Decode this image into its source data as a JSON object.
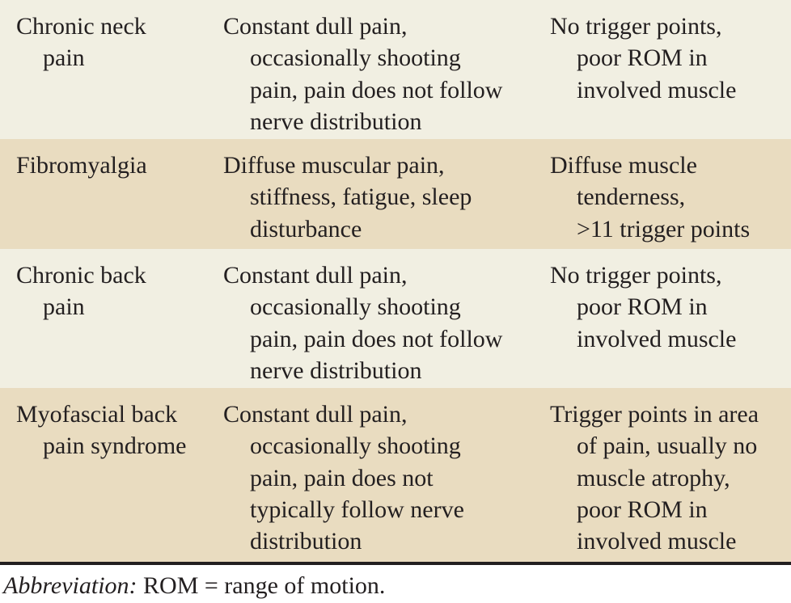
{
  "rows": [
    {
      "condition": [
        "Chronic neck",
        "pain"
      ],
      "symptoms": [
        "Constant dull pain,",
        "occasionally shooting",
        "pain, pain does not follow",
        "nerve distribution"
      ],
      "findings": [
        "No trigger points,",
        "poor ROM in",
        "involved muscle"
      ]
    },
    {
      "condition": [
        "Fibromyalgia"
      ],
      "symptoms": [
        "Diffuse muscular pain,",
        "stiffness, fatigue, sleep",
        "disturbance"
      ],
      "findings": [
        "Diffuse muscle",
        "tenderness,",
        ">11 trigger points"
      ]
    },
    {
      "condition": [
        "Chronic back",
        "pain"
      ],
      "symptoms": [
        "Constant dull pain,",
        "occasionally shooting",
        "pain, pain does not follow",
        "nerve distribution"
      ],
      "findings": [
        "No trigger points,",
        "poor ROM in",
        "involved muscle"
      ]
    },
    {
      "condition": [
        "Myofascial back",
        "pain syndrome"
      ],
      "symptoms": [
        "Constant dull pain,",
        "occasionally shooting",
        "pain, pain does not",
        "typically follow nerve",
        "distribution"
      ],
      "findings": [
        "Trigger points in area",
        "of pain, usually no",
        "muscle atrophy,",
        "poor ROM in",
        "involved muscle"
      ]
    }
  ],
  "footnote": {
    "label": "Abbreviation:",
    "text": " ROM = range of motion."
  },
  "colors": {
    "light_row": "#f1efe2",
    "dark_row": "#e9dcc0",
    "text": "#231f20"
  }
}
